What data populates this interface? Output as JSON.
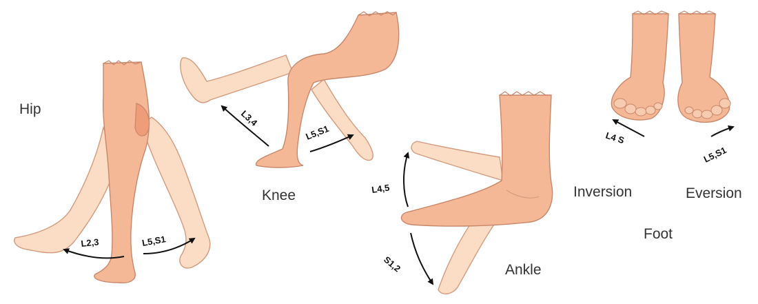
{
  "captions": {
    "hip": "Hip",
    "knee": "Knee",
    "ankle": "Ankle",
    "inversion": "Inversion",
    "eversion": "Eversion",
    "foot": "Foot"
  },
  "root_labels": {
    "hip_flexion": "L2,3",
    "hip_extension": "L5,S1",
    "knee_extension": "L3,4",
    "knee_flexion": "L5,S1",
    "ankle_dorsiflexion": "L4,5",
    "ankle_plantarflexion": "S1,2",
    "foot_inversion": "L4 S",
    "foot_eversion": "L5,S1"
  },
  "colors": {
    "skin_light": "#fbdcc4",
    "skin_mid": "#f6c09e",
    "skin_dark": "#ee9d78",
    "outline": "#c9866a",
    "caption_text": "#333333",
    "arrow": "#111111"
  }
}
